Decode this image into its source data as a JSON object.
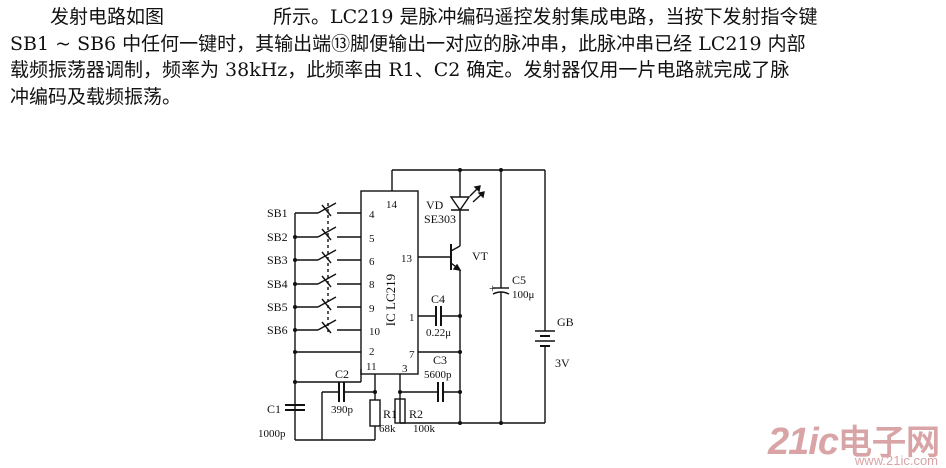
{
  "text": {
    "line1_a": "发射电路如图",
    "line1_b": "所示。LC219 是脉冲编码遥控发射集成电路，当按下发射指令键",
    "line2": "SB1 ~ SB6 中任何一键时，其输出端⑬脚便输出一对应的脉冲串，此脉冲串已经 LC219 内部",
    "line3": "载频振荡器调制，频率为 38kHz，此频率由 R1、C2 确定。发射器仅用一片电路就完成了脉",
    "line4": "冲编码及载频振荡。"
  },
  "schematic": {
    "ic_label": "IC LC219",
    "switches": [
      "SB1",
      "SB2",
      "SB3",
      "SB4",
      "SB5",
      "SB6"
    ],
    "ic_pins": {
      "left": [
        "4",
        "5",
        "6",
        "8",
        "9",
        "10",
        "2",
        "11"
      ],
      "top": "14",
      "right": [
        "13",
        "1",
        "7"
      ],
      "bottom": "3"
    },
    "components": {
      "led_name": "VD",
      "led_part": "SE303",
      "transistor": "VT",
      "c4_name": "C4",
      "c4_value": "0.22μ",
      "c5_name": "C5",
      "c5_value": "100μ",
      "c5_plus": "+",
      "battery_name": "GB",
      "battery_value": "3V",
      "c3_name": "C3",
      "c3_value": "5600p",
      "c2_name": "C2",
      "c2_value": "390p",
      "c1_name": "C1",
      "c1_value": "1000p",
      "r1_name": "R1",
      "r1_value": "68k",
      "r2_name": "R2",
      "r2_value": "100k"
    }
  },
  "watermark": {
    "number": "21ic",
    "chinese": "电子网",
    "domain": "www.21ic.com"
  }
}
